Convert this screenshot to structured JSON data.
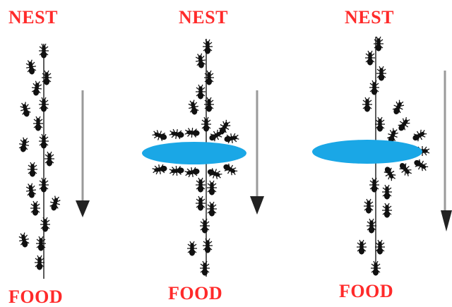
{
  "colors": {
    "label": "#ff2a2a",
    "ant": "#111111",
    "trail": "#333333",
    "obstacle": "#1aa7e6",
    "arrow": "#9a9a9a",
    "arrowhead": "#222222"
  },
  "panels": [
    {
      "id": "panel-1",
      "nest_label": "NEST",
      "food_label": "FOOD",
      "obstacle": "none",
      "trail": "straight"
    },
    {
      "id": "panel-2",
      "nest_label": "NEST",
      "food_label": "FOOD",
      "obstacle": "centered",
      "trail": "splits-both-sides"
    },
    {
      "id": "panel-3",
      "nest_label": "NEST",
      "food_label": "FOOD",
      "obstacle": "offset",
      "trail": "bends-right"
    }
  ],
  "icons": {
    "ant": "ant-icon",
    "direction_arrow": "arrow-down-icon",
    "obstacle": "obstacle-ellipse"
  }
}
